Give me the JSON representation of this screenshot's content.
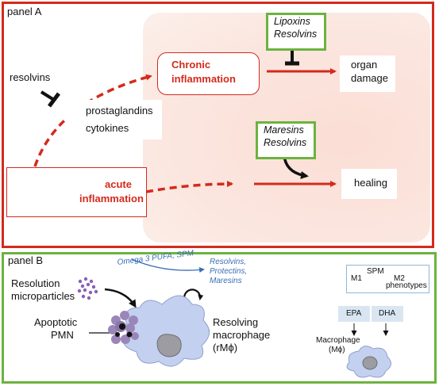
{
  "panel_a": {
    "label": "panel A",
    "chronic_inflammation": [
      "Chronic",
      "inflammation"
    ],
    "acute_inflammation": [
      "acute",
      "inflammation"
    ],
    "resolvins": "resolvins",
    "prostaglandins": "prostaglandins",
    "cytokines": "cytokines",
    "lipoxins_box": [
      "Lipoxins",
      "Resolvins"
    ],
    "maresins_box": [
      "Maresins",
      "Resolvins"
    ],
    "organ_damage": [
      "organ",
      "damage"
    ],
    "healing": "healing"
  },
  "panel_b": {
    "label": "panel B",
    "omega3": "Omega 3 PUFA, SPM",
    "spm_list": [
      "Resolvins,",
      "Protectins,",
      "Maresins"
    ],
    "resolution_microparticles": [
      "Resolution",
      "microparticles"
    ],
    "apoptotic_pmn": [
      "Apoptotic",
      "PMN"
    ],
    "resolving_macrophage": [
      "Resolving",
      "macrophage",
      "(rMϕ)"
    ],
    "m1": "M1",
    "spm": "SPM",
    "m2": "M2",
    "phenotypes": "phenotypes",
    "epa": "EPA",
    "dha": "DHA",
    "macrophage_label": [
      "Macrophage",
      "(Mϕ)"
    ]
  },
  "colors": {
    "red": "#d42a1c",
    "green": "#6cb33f",
    "pink_bg": "#fbe4dd",
    "blue": "#3a6fb5",
    "light_blue": "#d9e6f2",
    "cell": "#c9d4f0"
  }
}
